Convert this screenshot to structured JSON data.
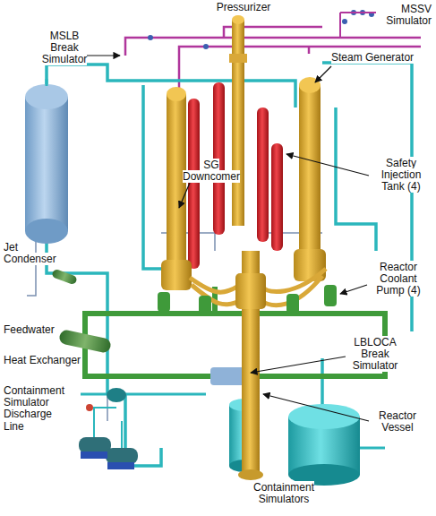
{
  "diagram": {
    "labels": [
      "Pressurizer",
      "MSSV Simulator",
      "MSLB Break Simulator",
      "Steam Generator",
      "SG Downcomer",
      "Jet Condenser",
      "Safety Injection Tank (4)",
      "Reactor Coolant Pump (4)",
      "Feedwater",
      "Heat Exchanger",
      "LBLOCA Break Simulator",
      "Containment Simulator Discharge Line",
      "Reactor Vessel",
      "Containment Simulators"
    ]
  }
}
